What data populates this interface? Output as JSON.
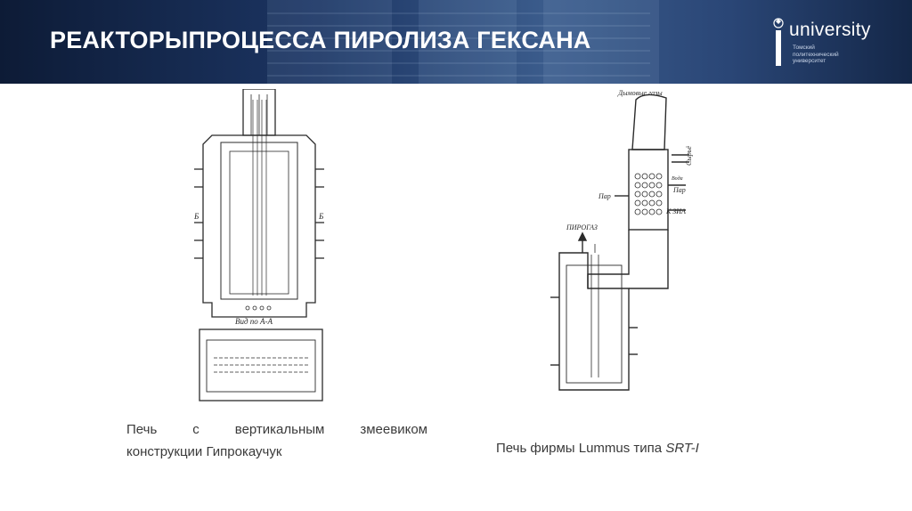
{
  "slide": {
    "title": "РЕАКТОРЫПРОЦЕССА ПИРОЛИЗА ГЕКСАНА",
    "logo": {
      "word": "university",
      "sub_lines": [
        "Томский",
        "политехнический",
        "университет"
      ]
    }
  },
  "figure_left": {
    "caption_line1_words": [
      "Печь",
      "с",
      "вертикальным",
      "змеевиком"
    ],
    "caption_line2": "конструкции Гипрокаучук",
    "section_label": "Вид по А-А",
    "mark_left": "Б",
    "mark_right": "Б"
  },
  "figure_right": {
    "caption_prefix": "Печь фирмы Lummus типа ",
    "caption_model": "SRT-I",
    "labels": {
      "flue_gas": "Дымовые газы",
      "steam_left": "Пар",
      "steam_right": "Пар",
      "raw": "Сырьё",
      "water": "Вода",
      "to_zia": "К ЗИА",
      "pyrogas": "ПИРОГАЗ"
    }
  },
  "colors": {
    "header_dark": "#0d1b36",
    "header_mid": "#3b5c8c",
    "title_text": "#ffffff",
    "caption_text": "#3a3a3a",
    "drawing_ink": "#2b2b2b"
  }
}
